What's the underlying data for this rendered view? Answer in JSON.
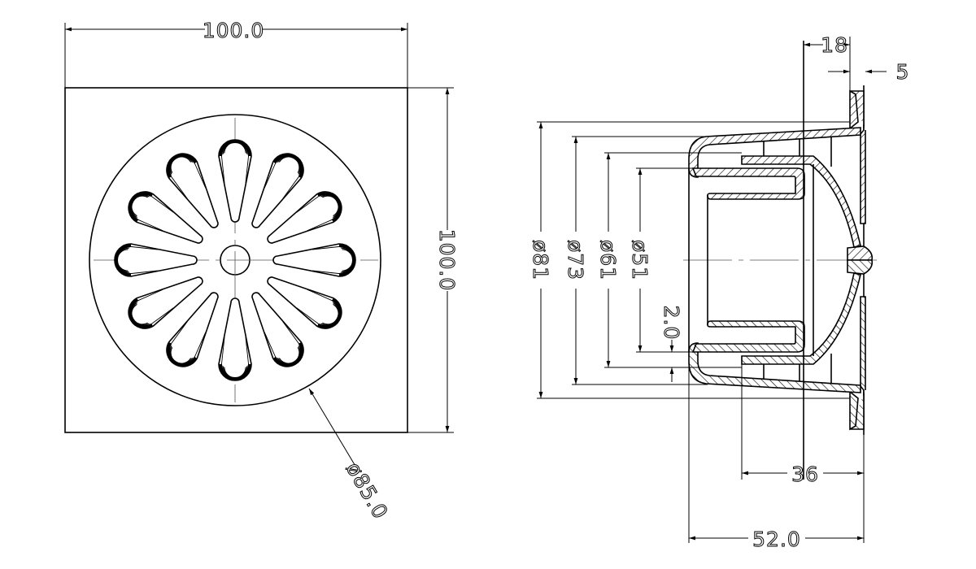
{
  "title": "Floor drain technical drawing",
  "colors": {
    "line": "#000000",
    "background": "#ffffff"
  },
  "top_view": {
    "width_label": "100.0",
    "height_label": "100.0",
    "grate_diameter_label": "ø85.0",
    "slot_count": 12
  },
  "section_view": {
    "diameters": {
      "outer": "ø81",
      "cone": "ø73",
      "cup": "ø61",
      "inner": "ø51"
    },
    "wall_label": "2.0",
    "flange_depth_label": "18",
    "flange_thickness_label": "5",
    "cup_depth_label": "36",
    "total_depth_label": "52.0"
  }
}
